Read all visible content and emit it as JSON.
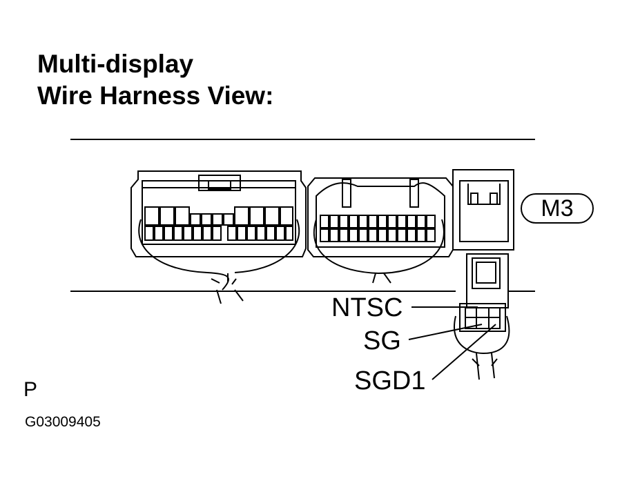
{
  "title": {
    "line1": "Multi-display",
    "line2": "Wire Harness View:"
  },
  "connector": {
    "label": "M3"
  },
  "pins": [
    {
      "label": "NTSC"
    },
    {
      "label": "SG"
    },
    {
      "label": "SGD1"
    }
  ],
  "view_code": "P",
  "figure_id": "G03009405"
}
